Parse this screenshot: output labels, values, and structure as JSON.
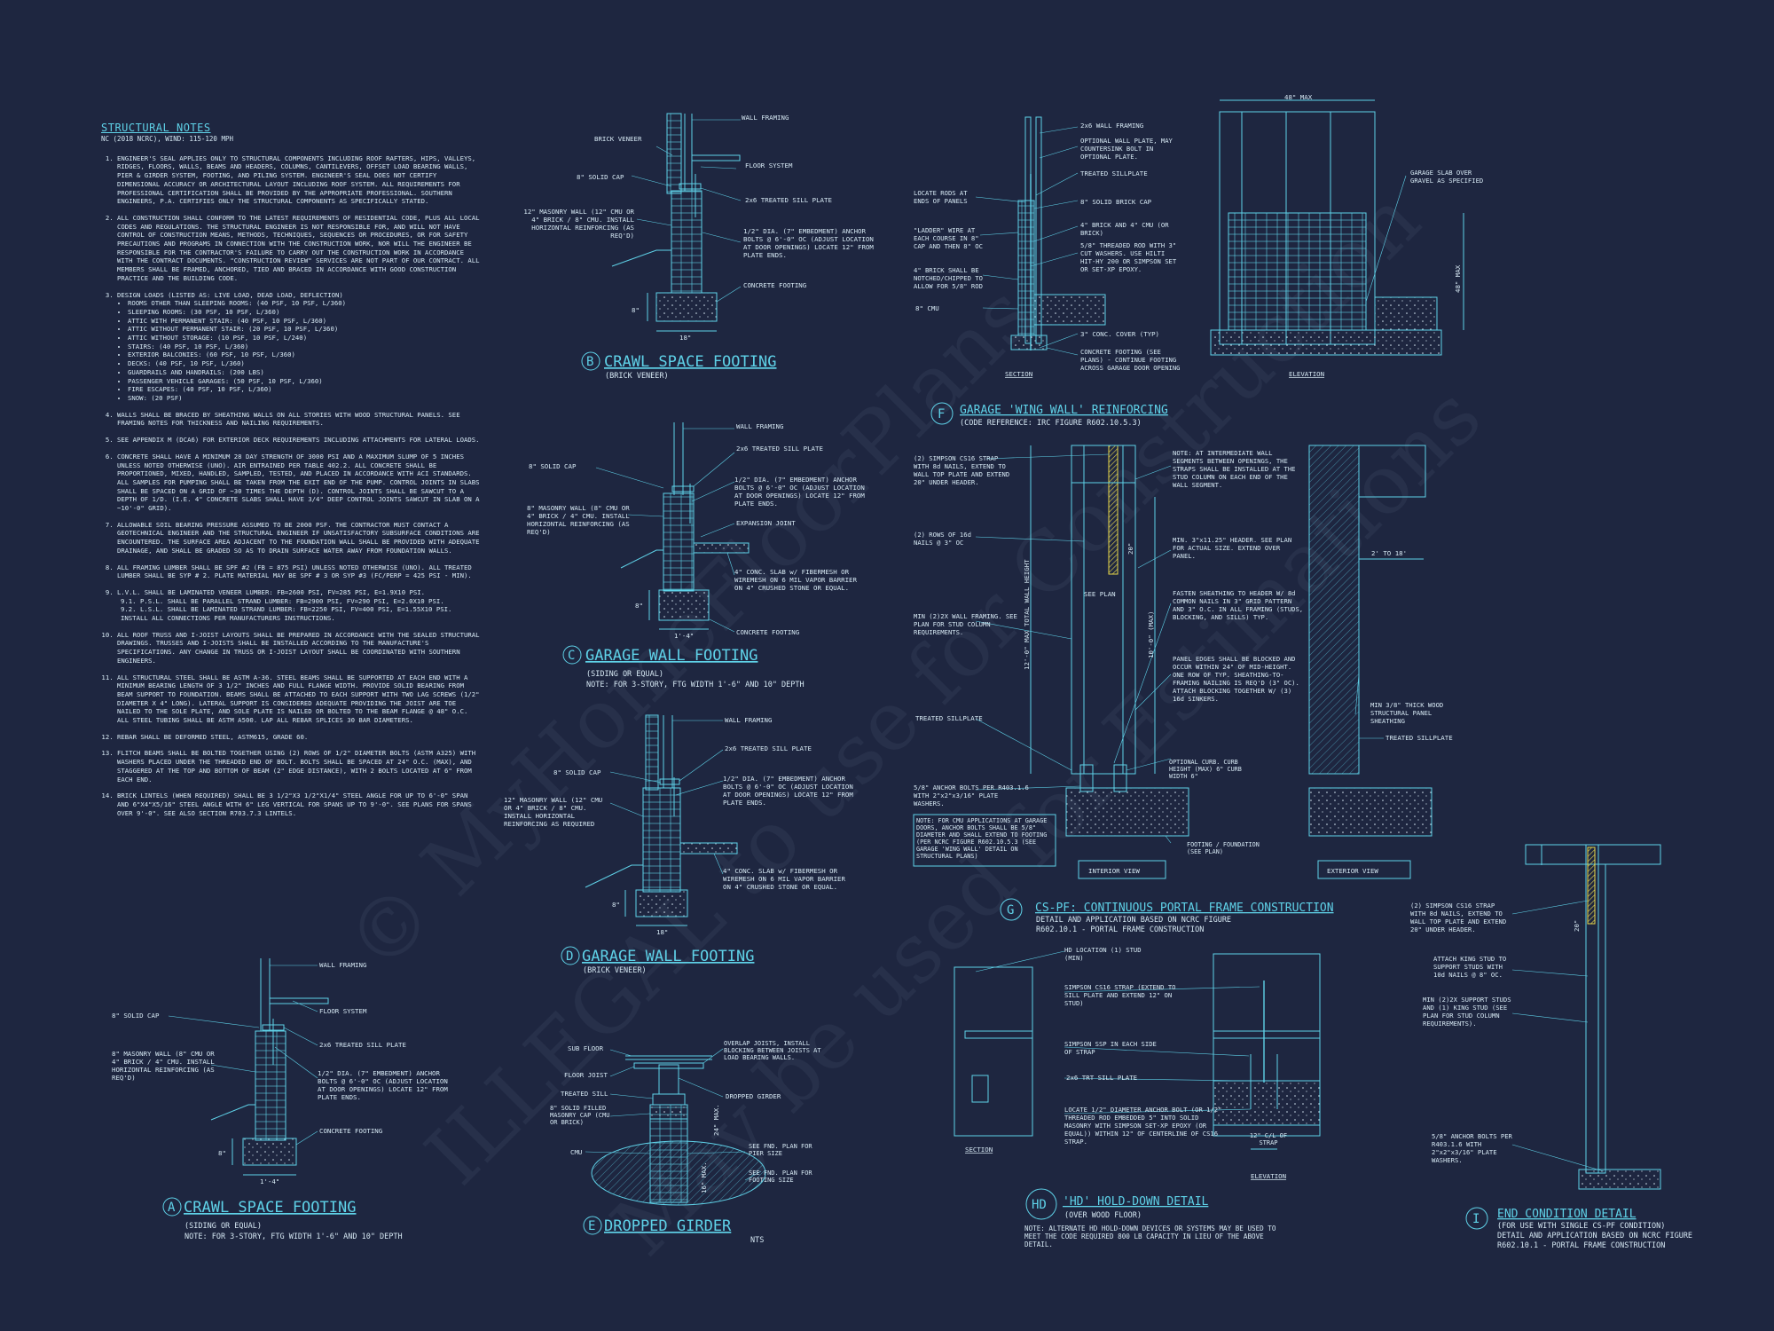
{
  "notes": {
    "title": "STRUCTURAL NOTES",
    "code": "NC (2018 NCRC), Wind: 115-120 mph",
    "items": [
      "ENGINEER'S SEAL APPLIES ONLY TO STRUCTURAL COMPONENTS INCLUDING ROOF RAFTERS, HIPS, VALLEYS, RIDGES, FLOORS, WALLS, BEAMS AND HEADERS, COLUMNS, CANTILEVERS, OFFSET LOAD BEARING WALLS, PIER & GIRDER SYSTEM, FOOTING, AND PILING SYSTEM. ENGINEER'S SEAL DOES NOT CERTIFY DIMENSIONAL ACCURACY OR ARCHITECTURAL LAYOUT INCLUDING ROOF SYSTEM. ALL REQUIREMENTS FOR PROFESSIONAL CERTIFICATION SHALL BE PROVIDED BY THE APPROPRIATE PROFESSIONAL. SOUTHERN ENGINEERS, P.A. CERTIFIES ONLY THE STRUCTURAL COMPONENTS AS SPECIFICALLY STATED.",
      "ALL CONSTRUCTION SHALL CONFORM TO THE LATEST REQUIREMENTS OF RESIDENTIAL CODE, PLUS ALL LOCAL CODES AND REGULATIONS. THE STRUCTURAL ENGINEER IS NOT RESPONSIBLE FOR, AND WILL NOT HAVE CONTROL OF CONSTRUCTION MEANS, METHODS, TECHNIQUES, SEQUENCES OR PROCEDURES, OR FOR SAFETY PRECAUTIONS AND PROGRAMS IN CONNECTION WITH THE CONSTRUCTION WORK, NOR WILL THE ENGINEER BE RESPONSIBLE FOR THE CONTRACTOR'S FAILURE TO CARRY OUT THE CONSTRUCTION WORK IN ACCORDANCE WITH THE CONTRACT DOCUMENTS. \"CONSTRUCTION REVIEW\" SERVICES ARE NOT PART OF OUR CONTRACT. ALL MEMBERS SHALL BE FRAMED, ANCHORED, TIED AND BRACED IN ACCORDANCE WITH GOOD CONSTRUCTION PRACTICE AND THE BUILDING CODE.",
      "DESIGN LOADS (LISTED AS: LIVE LOAD, DEAD LOAD, DEFLECTION)",
      "WALLS SHALL BE BRACED BY SHEATHING WALLS ON ALL STORIES WITH WOOD STRUCTURAL PANELS. SEE FRAMING NOTES FOR THICKNESS AND NAILING REQUIREMENTS.",
      "SEE APPENDIX M (DCA6) FOR EXTERIOR DECK REQUIREMENTS INCLUDING ATTACHMENTS FOR LATERAL LOADS.",
      "CONCRETE SHALL HAVE A MINIMUM 28 DAY STRENGTH OF 3000 PSI AND A MAXIMUM SLUMP OF 5 INCHES UNLESS NOTED OTHERWISE (UNO). AIR ENTRAINED PER TABLE 402.2. ALL CONCRETE SHALL BE PROPORTIONED, MIXED, HANDLED, SAMPLED, TESTED, AND PLACED IN ACCORDANCE WITH ACI STANDARDS. ALL SAMPLES FOR PUMPING SHALL BE TAKEN FROM THE EXIT END OF THE PUMP. CONTROL JOINTS IN SLABS SHALL BE SPACED ON A GRID OF ~30 TIMES THE DEPTH (D). CONTROL JOINTS SHALL BE SAWCUT TO A DEPTH OF 1/D. (I.E. 4\" CONCRETE SLABS SHALL HAVE 3/4\" DEEP CONTROL JOINTS SAWCUT IN SLAB ON A ~10'-0\" GRID).",
      "ALLOWABLE SOIL BEARING PRESSURE ASSUMED TO BE 2000 PSF. THE CONTRACTOR MUST CONTACT A GEOTECHNICAL ENGINEER AND THE STRUCTURAL ENGINEER IF UNSATISFACTORY SUBSURFACE CONDITIONS ARE ENCOUNTERED. THE SURFACE AREA ADJACENT TO THE FOUNDATION WALL SHALL BE PROVIDED WITH ADEQUATE DRAINAGE, AND SHALL BE GRADED SO AS TO DRAIN SURFACE WATER AWAY FROM FOUNDATION WALLS.",
      "ALL FRAMING LUMBER SHALL BE SPF #2 (Fb = 875 PSI) UNLESS NOTED OTHERWISE (UNO). ALL TREATED LUMBER SHALL BE SYP # 2. PLATE MATERIAL MAY BE SPF # 3 OR SYP #3 (Fc/perp = 425 PSI - MIN).",
      "L.V.L. SHALL BE LAMINATED VENEER LUMBER: Fb=2600 PSI, Fv=285 PSI, E=1.9x10 PSI.",
      "ALL ROOF TRUSS AND I-JOIST LAYOUTS SHALL BE PREPARED IN ACCORDANCE WITH THE SEALED STRUCTURAL DRAWINGS. TRUSSES AND I-JOISTS SHALL BE INSTALLED ACCORDING TO THE MANUFACTURE'S SPECIFICATIONS. ANY CHANGE IN TRUSS OR I-JOIST LAYOUT SHALL BE COORDINATED WITH SOUTHERN ENGINEERS.",
      "ALL STRUCTURAL STEEL SHALL BE ASTM A-36. STEEL BEAMS SHALL BE SUPPORTED AT EACH END WITH A MINIMUM BEARING LENGTH OF 3 1/2\" INCHES AND FULL FLANGE WIDTH. PROVIDE SOLID BEARING FROM BEAM SUPPORT TO FOUNDATION. BEAMS SHALL BE ATTACHED TO EACH SUPPORT WITH TWO LAG SCREWS (1/2\" DIAMETER x 4\" LONG). LATERAL SUPPORT IS CONSIDERED ADEQUATE PROVIDING THE JOIST ARE TOE NAILED TO THE SOLE PLATE, AND SOLE PLATE IS NAILED OR BOLTED TO THE BEAM FLANGE @ 48\" O.C. ALL STEEL TUBING SHALL BE ASTM A500. LAP ALL REBAR SPLICES 30 BAR DIAMETERS.",
      "REBAR SHALL BE DEFORMED STEEL, ASTM615, GRADE 60.",
      "FLITCH BEAMS SHALL BE BOLTED TOGETHER USING (2) ROWS OF 1/2\" DIAMETER BOLTS (ASTM A325) WITH WASHERS PLACED UNDER THE THREADED END OF BOLT. BOLTS SHALL BE SPACED AT 24\" O.C. (MAX), AND STAGGERED AT THE TOP AND BOTTOM OF BEAM (2\" EDGE DISTANCE), WITH 2 BOLTS LOCATED AT 6\" FROM EACH END.",
      "BRICK LINTELS (WHEN REQUIRED) SHALL BE 3 1/2\"x3 1/2\"x1/4\" STEEL ANGLE FOR UP TO 6'-0\" SPAN AND 6\"x4\"x5/16\" STEEL ANGLE WITH 6\" LEG VERTICAL FOR SPANS UP TO 9'-0\". SEE PLANS FOR SPANS OVER 9'-0\". SEE ALSO SECTION R703.7.3 LINTELS."
    ],
    "loads": [
      "ROOMS OTHER THAN SLEEPING ROOMS: (40 PSF, 10 PSF, L/360)",
      "SLEEPING ROOMS: (30 PSF, 10 PSF, L/360)",
      "ATTIC WITH PERMANENT STAIR: (40 PSF, 10 PSF, L/360)",
      "ATTIC WITHOUT PERMANENT STAIR: (20 PSF, 10 PSF, L/360)",
      "ATTIC WITHOUT STORAGE: (10 PSF, 10 PSF, L/240)",
      "STAIRS: (40 PSF, 10 PSF, L/360)",
      "EXTERIOR BALCONIES: (60 PSF, 10 PSF, L/360)",
      "DECKS: (40 PSF, 10 PSF, L/360)",
      "GUARDRAILS AND HANDRAILS: (200 LBS)",
      "PASSENGER VEHICLE GARAGES: (50 PSF, 10 PSF, L/360)",
      "FIRE ESCAPES: (40 PSF, 10 PSF, L/360)",
      "SNOW: (20 PSF)"
    ],
    "lvl_sub": [
      "9.1.   P.S.L. SHALL BE PARALLEL STRAND LUMBER: Fb=2900 PSI, Fv=290 PSI, E=2.0x10 PSI.",
      "9.2.   L.S.L. SHALL BE LAMINATED STRAND LUMBER: Fb=2250 PSI, Fv=400 PSI, E=1.55x10 PSI.",
      "INSTALL ALL CONNECTIONS PER MANUFACTURERS INSTRUCTIONS."
    ]
  },
  "details": {
    "A": {
      "tag": "A",
      "title": "CRAWL SPACE FOOTING",
      "sub1": "(SIDING OR EQUAL)",
      "sub2": "NOTE: FOR 3-STORY, FTG WIDTH 1'-6\" AND 10\" DEPTH",
      "labels": [
        "WALL FRAMING",
        "8\" SOLID CAP",
        "FLOOR SYSTEM",
        "2x6 TREATED SILL PLATE",
        "8\" MASONRY WALL (8\" CMU OR 4\" BRICK / 4\" CMU. INSTALL HORIZONTAL REINFORCING (AS REQ'D)",
        "1/2\" DIA. (7\" EMBEDMENT) ANCHOR BOLTS @ 6'-0\" OC (ADJUST LOCATION AT DOOR OPENINGS) LOCATE 12\" FROM PLATE ENDS.",
        "CONCRETE FOOTING",
        "1'-4\"",
        "8\""
      ]
    },
    "B": {
      "tag": "B",
      "title": "CRAWL SPACE FOOTING",
      "sub1": "(BRICK VENEER)",
      "labels": [
        "WALL FRAMING",
        "BRICK VENEER",
        "8\" SOLID CAP",
        "FLOOR SYSTEM",
        "2x6 TREATED SILL PLATE",
        "12\" MASONRY WALL (12\" CMU OR 4\" BRICK / 8\" CMU. INSTALL HORIZONTAL REINFORCING (AS REQ'D)",
        "1/2\" DIA. (7\" EMBEDMENT) ANCHOR BOLTS @ 6'-0\" OC (ADJUST LOCATION AT DOOR OPENINGS) LOCATE 12\" FROM PLATE ENDS.",
        "CONCRETE FOOTING",
        "18\"",
        "8\""
      ]
    },
    "C": {
      "tag": "C",
      "title": "GARAGE WALL FOOTING",
      "sub1": "(SIDING OR EQUAL)",
      "sub2": "NOTE: FOR 3-STORY, FTG WIDTH 1'-6\" AND 10\" DEPTH",
      "labels": [
        "WALL FRAMING",
        "8\" SOLID CAP",
        "2x6 TREATED SILL PLATE",
        "8\" MASONRY WALL (8\" CMU OR 4\" BRICK / 4\" CMU. INSTALL HORIZONTAL REINFORCING (AS REQ'D)",
        "1/2\" DIA. (7\" EMBEDMENT) ANCHOR BOLTS @ 6'-0\" OC (ADJUST LOCATION AT DOOR OPENINGS) LOCATE 12\" FROM PLATE ENDS.",
        "EXPANSION JOINT",
        "4\" CONC. SLAB w/ FIBERMESH OR WIREMESH ON 6 MIL VAPOR BARRIER ON 4\" CRUSHED STONE OR EQUAL.",
        "CONCRETE FOOTING",
        "1'-4\"",
        "8\""
      ]
    },
    "D": {
      "tag": "D",
      "title": "GARAGE WALL FOOTING",
      "sub1": "(BRICK VENEER)",
      "labels": [
        "WALL FRAMING",
        "8\" SOLID CAP",
        "2x6 TREATED SILL PLATE",
        "12\" MASONRY WALL (12\" CMU OR 4\" BRICK / 8\" CMU. INSTALL HORIZONTAL REINFORCING AS REQUIRED",
        "1/2\" DIA. (7\" EMBEDMENT) ANCHOR BOLTS @ 6'-0\" OC (ADJUST LOCATION AT DOOR OPENINGS) LOCATE 12\" FROM PLATE ENDS.",
        "4\" CONC. SLAB w/ FIBERMESH OR WIREMESH ON 6 MIL VAPOR BARRIER ON 4\" CRUSHED STONE OR EQUAL.",
        "18\"",
        "8\""
      ]
    },
    "E": {
      "tag": "E",
      "title": "DROPPED GIRDER",
      "sub1": "NTS",
      "labels": [
        "SUB FLOOR",
        "FLOOR JOIST",
        "TREATED SILL",
        "8\" SOLID FILLED MASONRY CAP (CMU OR BRICK)",
        "CMU",
        "OVERLAP JOISTS, INSTALL BLOCKING BETWEEN JOISTS AT LOAD BEARING WALLS.",
        "DROPPED GIRDER",
        "SEE FND. PLAN FOR PIER SIZE",
        "SEE FND. PLAN FOR FOOTING SIZE",
        "24\" MAX.",
        "16\" MAX."
      ]
    },
    "F": {
      "tag": "F",
      "title": "GARAGE 'WING WALL' REINFORCING",
      "sub1": "(CODE REFERENCE: IRC FIGURE R602.10.5.3)",
      "labels": [
        "2x6 WALL FRAMING",
        "OPTIONAL WALL PLATE, MAY COUNTERSINK BOLT IN OPTIONAL PLATE.",
        "TREATED SILLPLATE",
        "LOCATE RODS AT ENDS OF PANELS",
        "8\" SOLID BRICK CAP",
        "\"LADDER\" WIRE AT EACH COURSE IN 8\" CAP AND THEN 8\" OC",
        "4\" BRICK AND 4\" CMU (OR BRICK)",
        "5/8\" THREADED ROD WITH 3\" CUT WASHERS. USE HILTI HIT-HY 200 OR SIMPSON SET OR SET-XP EPOXY.",
        "4\" BRICK SHALL BE NOTCHED/CHIPPED TO ALLOW FOR 5/8\" ROD",
        "8\" CMU",
        "3\" CONC. COVER (TYP)",
        "CONCRETE FOOTING (SEE PLANS) - CONTINUE FOOTING ACROSS GARAGE DOOR OPENING",
        "GARAGE SLAB OVER GRAVEL AS SPECIFIED",
        "48\" MAX",
        "48\" MAX",
        "SECTION",
        "ELEVATION"
      ]
    },
    "G": {
      "tag": "G",
      "title": "CS-PF: CONTINUOUS PORTAL FRAME CONSTRUCTION",
      "sub1": "DETAIL AND APPLICATION BASED ON NCRC FIGURE",
      "sub2": "R602.10.1 - PORTAL FRAME CONSTRUCTION",
      "labels": [
        "(2) SIMPSON CS16 STRAP WITH 8d NAILS, EXTEND TO WALL TOP PLATE AND EXTEND 20\" UNDER HEADER.",
        "(2) ROWS OF 16d NAILS @ 3\" OC",
        "MIN (2)2X WALL FRAMING. SEE PLAN FOR STUD COLUMN REQUIREMENTS.",
        "TREATED SILLPLATE",
        "5/8\" ANCHOR BOLTS PER R403.1.6 WITH 2\"x2\"x3/16\" PLATE WASHERS.",
        "NOTE: FOR CMU APPLICATIONS AT GARAGE DOORS, ANCHOR BOLTS SHALL BE 5/8\" DIAMETER AND SHALL EXTEND TO FOOTING (PER NCRC FIGURE R602.10.5.3 (SEE GARAGE 'WING WALL' DETAIL ON STRUCTURAL PLANS)",
        "NOTE: AT INTERMEDIATE WALL SEGMENTS BETWEEN OPENINGS, THE STRAPS SHALL BE INSTALLED AT THE STUD COLUMN ON EACH END OF THE WALL SEGMENT.",
        "MIN. 3\"x11.25\" HEADER. SEE PLAN FOR ACTUAL SIZE. EXTEND OVER PANEL.",
        "FASTEN SHEATHING TO HEADER W/ 8d COMMON NAILS IN 3\" GRID PATTERN AND 3\" O.C. IN ALL FRAMING (STUDS, BLOCKING, AND SILLS) TYP.",
        "PANEL EDGES SHALL BE BLOCKED AND OCCUR WITHIN 24\" OF MID-HEIGHT. ONE ROW OF TYP. SHEATHING-TO-FRAMING NAILING IS REQ'D (3\" OC). ATTACH BLOCKING TOGETHER W/ (3) 16d SINKERS.",
        "MIN 3/8\" THICK WOOD STRUCTURAL PANEL SHEATHING",
        "TREATED SILLPLATE",
        "OPTIONAL CURB. CURB HEIGHT (MAX) 6\" CURB WIDTH 6\"",
        "FOOTING / FOUNDATION (SEE PLAN)",
        "2' TO 18'",
        "12'-0\" MAX TOTAL WALL HEIGHT",
        "10'-0\" (MAX)",
        "20\"",
        "SEE PLAN",
        "INTERIOR VIEW",
        "EXTERIOR VIEW"
      ]
    },
    "HD": {
      "tag": "HD",
      "title": "'HD' HOLD-DOWN DETAIL",
      "sub1": "(OVER WOOD FLOOR)",
      "note": "NOTE: ALTERNATE HD HOLD-DOWN DEVICES OR SYSTEMS MAY BE USED TO MEET THE CODE REQUIRED 800 LB CAPACITY IN LIEU OF THE ABOVE DETAIL.",
      "labels": [
        "HD LOCATION (1) STUD (MIN)",
        "SIMPSON CS16 STRAP (EXTEND TO SILL PLATE AND EXTEND 12\" ON STUD)",
        "SIMPSON SSP IN EACH SIDE OF STRAP",
        "2x6 TRT SILL PLATE",
        "LOCATE 1/2\" DIAMETER ANCHOR BOLT (OR 1/2\" THREADED ROD EMBEDDED 5\" INTO SOLID MASONRY WITH SIMPSON SET-XP EPOXY (OR EQUAL)) WITHIN 12\" OF CENTERLINE OF CS16 STRAP.",
        "12\" C/L OF STRAP",
        "SECTION",
        "ELEVATION"
      ]
    },
    "I": {
      "tag": "I",
      "title": "END CONDITION DETAIL",
      "sub1": "(FOR USE WITH SINGLE CS-PF CONDITION)",
      "sub2": "DETAIL AND APPLICATION BASED ON NCRC FIGURE",
      "sub3": "R602.10.1 - PORTAL FRAME CONSTRUCTION",
      "labels": [
        "(2) SIMPSON CS16 STRAP WITH 8d NAILS, EXTEND TO WALL TOP PLATE AND EXTEND 20\" UNDER HEADER.",
        "ATTACH KING STUD TO SUPPORT STUDS WITH 10d NAILS @ 8\" OC.",
        "MIN (2)2X SUPPORT STUDS AND (1) KING STUD (SEE PLAN FOR STUD COLUMN REQUIREMENTS).",
        "5/8\" ANCHOR BOLTS PER R403.1.6 WITH 2\"x2\"x3/16\" PLATE WASHERS.",
        "20\""
      ]
    }
  },
  "watermark": {
    "line1": "© MyHomeFloorPlans",
    "line2": "ILLEGAL to use for Construction",
    "line3": "May be used for Estimations"
  }
}
